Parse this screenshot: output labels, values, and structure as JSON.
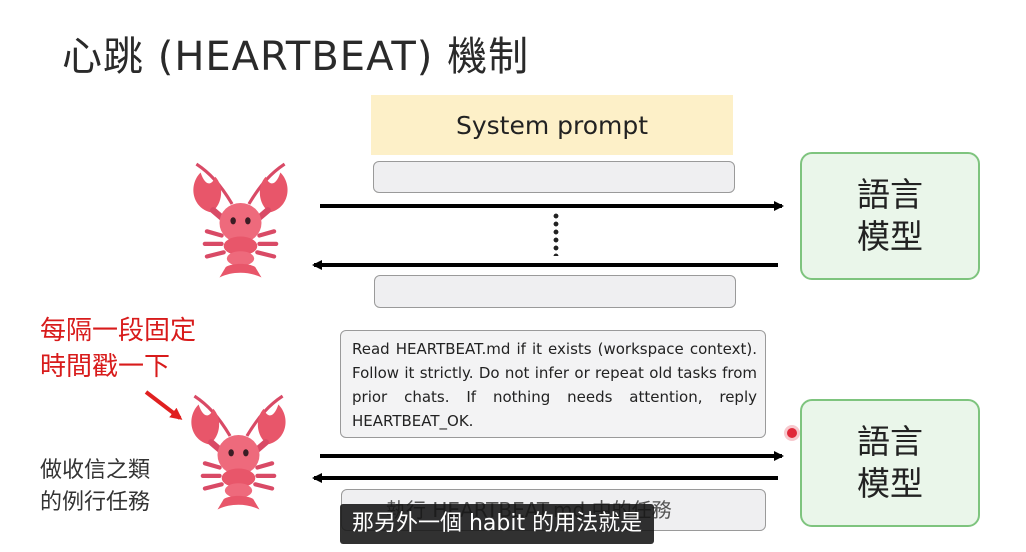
{
  "title": "心跳 (HEARTBEAT) 機制",
  "system_prompt_label": "System prompt",
  "language_model_label": [
    "語言",
    "模型"
  ],
  "annotation_red": [
    "每隔一段固定",
    "時間戳一下"
  ],
  "annotation_black": [
    "做收信之類",
    "的例行任務"
  ],
  "heartbeat_prompt": "Read HEARTBEAT.md if it exists (workspace context). Follow it strictly. Do not infer or repeat old tasks from prior chats. If nothing needs attention, reply HEARTBEAT_OK.",
  "bottom_box_text": "執行 HEARTBEAT.md 中的任務",
  "subtitle": "那另外一個 habit 的用法就是",
  "colors": {
    "system_prompt_fill": "#fdf0c8",
    "model_fill": "#eaf6ea",
    "model_border": "#7ec47e",
    "annotation_red": "#d81b1b",
    "lobster": "#e8566a"
  },
  "icons": [
    "lobster-icon",
    "red-arrow-icon",
    "cursor-dot-icon"
  ]
}
